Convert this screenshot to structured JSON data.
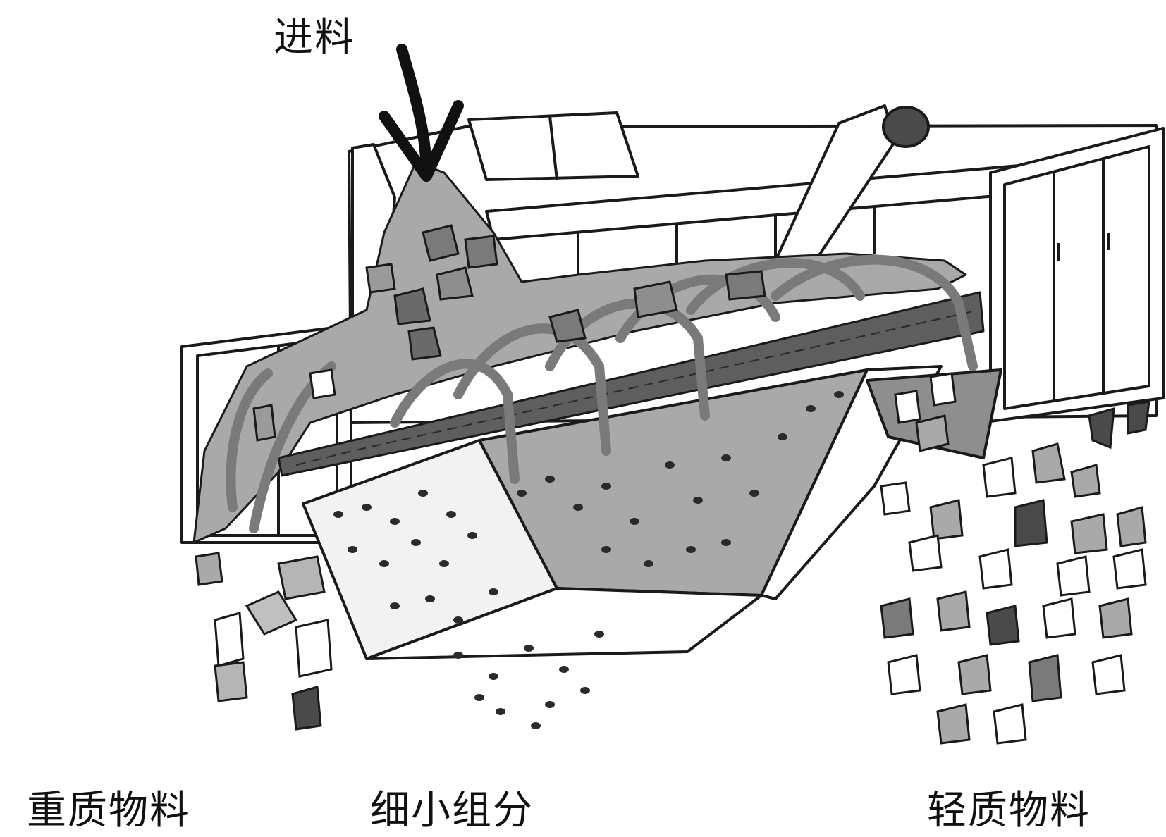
{
  "labels": {
    "feed": "进料",
    "heavy": "重质物料",
    "fine": "细小组分",
    "light": "轻质物料"
  },
  "colors": {
    "outline": "#1a1a1a",
    "material_fill": "#a9a9a9",
    "dark_fill": "#4a4a4a",
    "arrow": "#7a7a7a",
    "screen": "#5e5e5e"
  }
}
